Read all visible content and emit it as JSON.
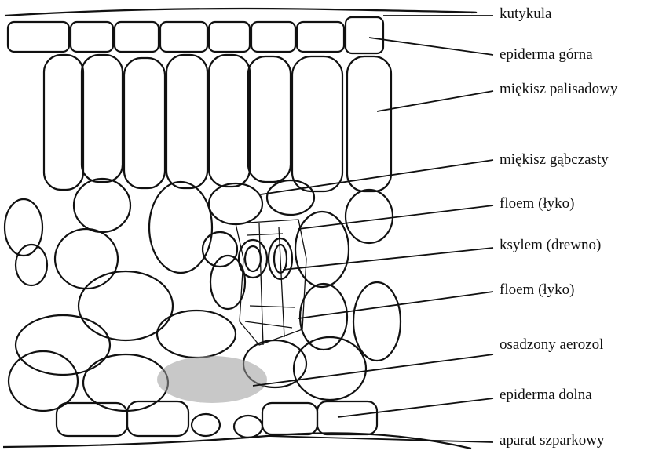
{
  "labels": {
    "cuticle": "kutykula",
    "upper_epidermis": "epiderma górna",
    "palisade": "miękisz palisadowy",
    "spongy": "miękisz gąbczasty",
    "phloem_top": "floem (łyko)",
    "xylem": "ksylem (drewno)",
    "phloem_bottom": "floem (łyko)",
    "aerosol": "osadzony aerozol",
    "lower_epidermis": "epiderma dolna",
    "stoma": "aparat szparkowy"
  },
  "colors": {
    "stroke": "#111111",
    "aerosol": "#9a9a9a",
    "background": "#ffffff"
  }
}
